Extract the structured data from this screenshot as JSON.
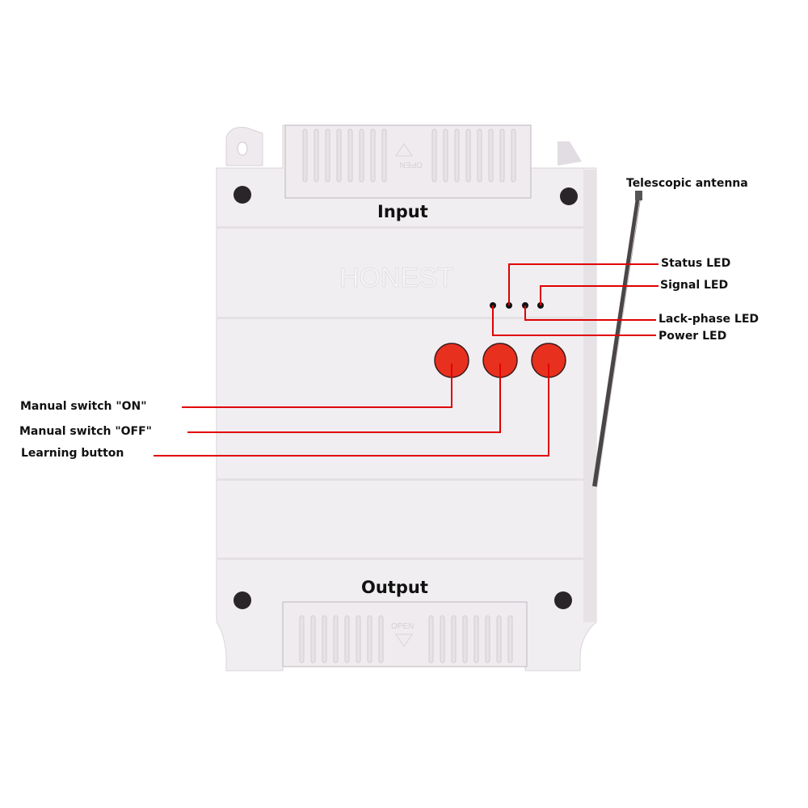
{
  "device": {
    "brand": "HONEST",
    "cover_top_label": "OPEN",
    "cover_bottom_label": "OPEN",
    "body_color": "#f1eef1",
    "shade_color": "#e3dfe3",
    "button_color": "#e8301f"
  },
  "labels": {
    "input": "Input",
    "output": "Output",
    "antenna": "Telescopic antenna",
    "status_led": "Status LED",
    "signal_led": "Signal LED",
    "lack_phase_led": "Lack-phase LED",
    "power_led": "Power LED",
    "manual_on": "Manual switch \"ON\"",
    "manual_off": "Manual switch \"OFF\"",
    "learning": "Learning button"
  },
  "leader_color": "#e00000"
}
